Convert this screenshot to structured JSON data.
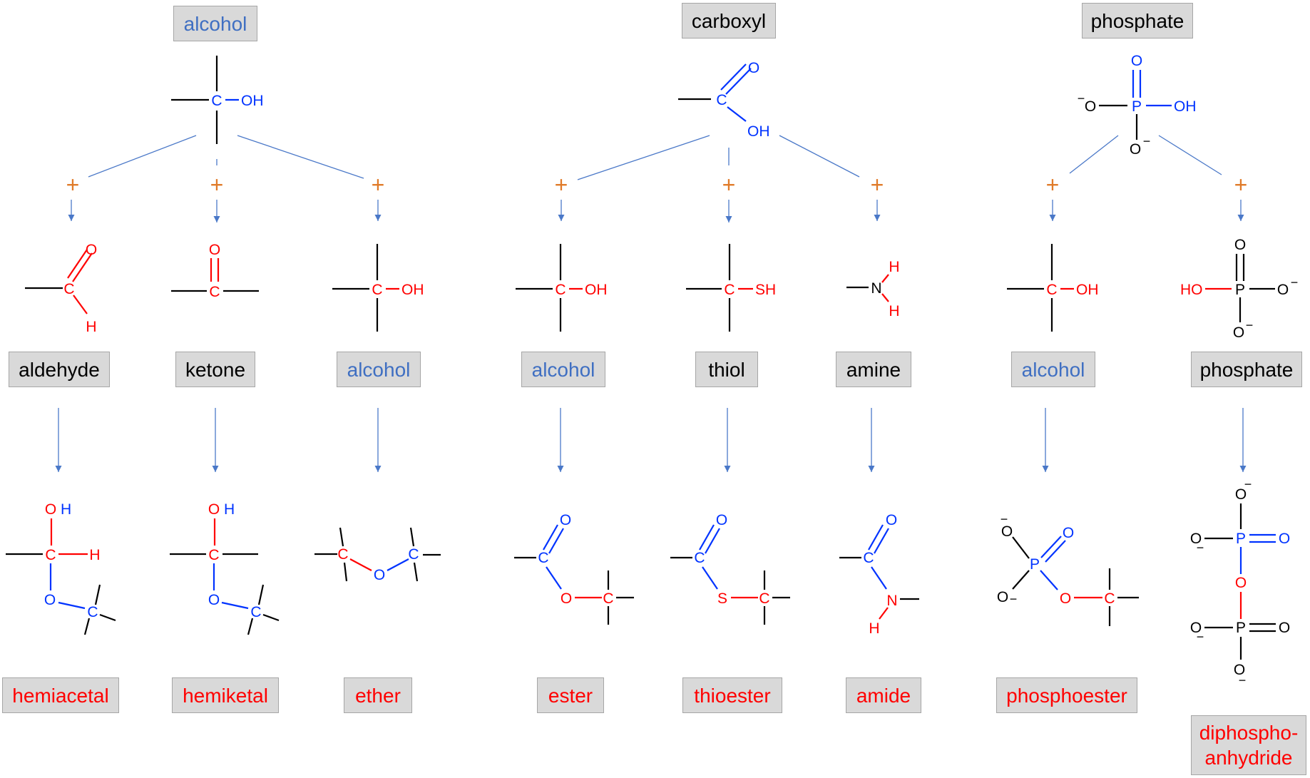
{
  "colors": {
    "blue_label": "#3f6fc2",
    "red_label": "#ff0000",
    "box_fill": "#d9d9d9",
    "atom_red": "#ff0000",
    "atom_blue": "#0033ff",
    "connector": "#4a78c8",
    "plus": "#e07b2a"
  },
  "groups": {
    "alcohol": "alcohol",
    "carboxyl": "carboxyl",
    "phosphate": "phosphate"
  },
  "reactants": {
    "aldehyde": "aldehyde",
    "ketone": "ketone",
    "alcohol_1": "alcohol",
    "alcohol_2": "alcohol",
    "thiol": "thiol",
    "amine": "amine",
    "alcohol_3": "alcohol",
    "phosphate": "phosphate"
  },
  "products": {
    "hemiacetal": "hemiacetal",
    "hemiketal": "hemiketal",
    "ether": "ether",
    "ester": "ester",
    "thioester": "thioester",
    "amide": "amide",
    "phosphoester": "phosphoester",
    "diphosphoanhydride_1": "diphospho-",
    "diphosphoanhydride_2": "anhydride"
  },
  "atoms": {
    "C": "C",
    "O": "O",
    "H": "H",
    "N": "N",
    "P": "P",
    "S": "S",
    "OH": "OH",
    "SH": "SH",
    "HO": "HO",
    "minus": "−",
    "plus": "+"
  }
}
